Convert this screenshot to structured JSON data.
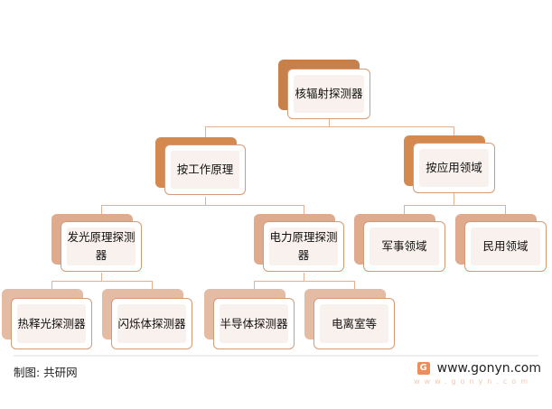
{
  "root": "核辐射探测器",
  "level2": [
    "按工作原理",
    "按应用领域"
  ],
  "level3": [
    "发光原理探测器",
    "电力原理探测器",
    "军事领域",
    "民用领域"
  ],
  "level4": [
    "热释光探测器",
    "闪烁体探测器",
    "半导体探测器",
    "电离室等"
  ],
  "footer": {
    "credit": "制图: 共研网",
    "site": "www.gonyn.com",
    "site_sub": "www.gonyn.com",
    "logo_letter": "G"
  }
}
